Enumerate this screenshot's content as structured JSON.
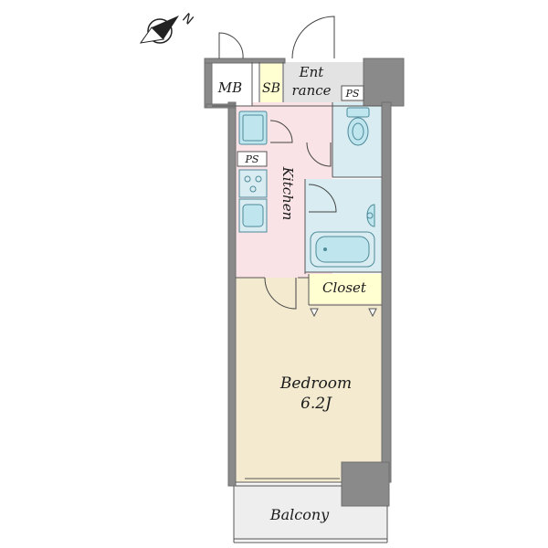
{
  "compass": {
    "north_label": "N",
    "icon": "compass-rose-icon"
  },
  "rooms": {
    "mb": "MB",
    "sb": "SB",
    "entrance_line1": "Ent",
    "entrance_line2": "rance",
    "ps_top": "PS",
    "ps_left": "PS",
    "kitchen": "Kitchen",
    "closet": "Closet",
    "bedroom_name": "Bedroom",
    "bedroom_size": "6.2J",
    "balcony": "Balcony"
  },
  "colors": {
    "wall": "#8a8a8a",
    "kitchen_floor": "#fae3e6",
    "wet_area": "#d8ecf1",
    "bedroom_floor": "#f3ead0",
    "closet": "#ffffd2",
    "shoe_box": "#ffffd2",
    "entrance_floor": "#e3e3e3",
    "balcony_floor": "#eeeeee",
    "fixture": "#8fd0de"
  }
}
